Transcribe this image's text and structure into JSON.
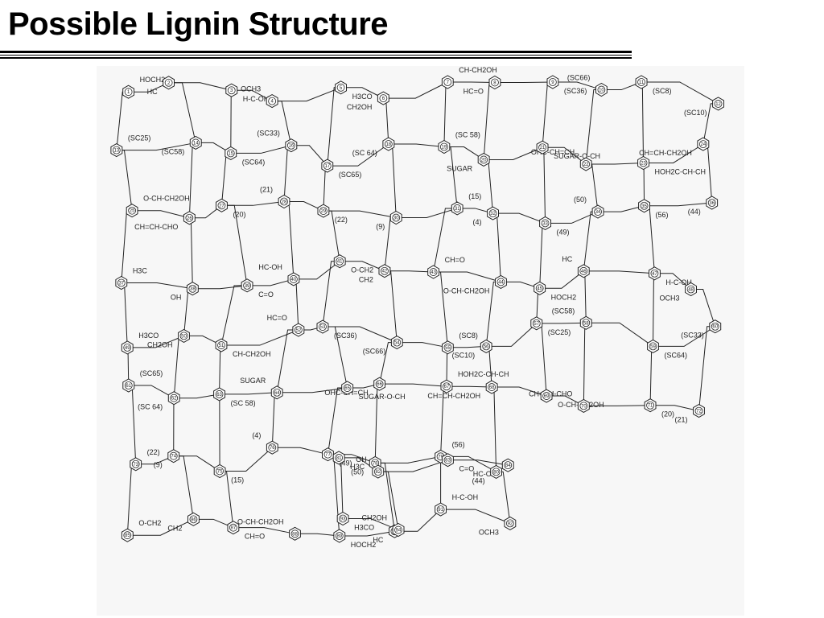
{
  "slide": {
    "title": "Possible Lignin Structure"
  },
  "structure": {
    "unit_numbers": [
      "1",
      "2",
      "3",
      "4",
      "5",
      "6",
      "7",
      "8",
      "9",
      "10",
      "11",
      "12",
      "13",
      "14",
      "15",
      "16",
      "17",
      "18",
      "19",
      "20",
      "21",
      "22",
      "23",
      "24",
      "25",
      "26",
      "27",
      "28",
      "29",
      "30",
      "31",
      "32",
      "33",
      "34",
      "35",
      "36",
      "37",
      "38",
      "39",
      "40",
      "41",
      "42",
      "43",
      "44",
      "45",
      "46",
      "47",
      "48",
      "49",
      "50",
      "51",
      "52",
      "53",
      "54",
      "55",
      "56",
      "57",
      "58",
      "59",
      "60",
      "61",
      "62",
      "63",
      "64",
      "65",
      "66",
      "67",
      "68",
      "69",
      "70",
      "71",
      "72",
      "73",
      "74",
      "75",
      "76",
      "77",
      "78",
      "79",
      "80",
      "81",
      "82",
      "83",
      "84",
      "85",
      "86",
      "87",
      "88",
      "89",
      "90",
      "91",
      "92",
      "93",
      "94"
    ],
    "labels": [
      "HOCH2",
      "HC",
      "H-C-OH",
      "OCH3",
      "H3CO",
      "CH2OH",
      "CH-CH2OH",
      "HC=O",
      "(SC36)",
      "(SC66)",
      "(SC8)",
      "(SC10)",
      "(SC25)",
      "(SC58)",
      "(SC64)",
      "(SC33)",
      "(SC65)",
      "(SC 64)",
      "(SC 58)",
      "SUGAR",
      "SUGAR-O-CH",
      "OHC-CH=CH",
      "HOH2C-CH-CH",
      "CH=CH-CH2OH",
      "O-CH-CH2OH",
      "CH=CH-CHO",
      "(20)",
      "(21)",
      "(22)",
      "(9)",
      "(15)",
      "(4)",
      "(49)",
      "(50)",
      "(56)",
      "(44)",
      "H3C",
      "OH",
      "C=O",
      "HC-OH",
      "O-CH2",
      "CH2",
      "CH=O",
      "O-CH-CH2OH"
    ]
  }
}
